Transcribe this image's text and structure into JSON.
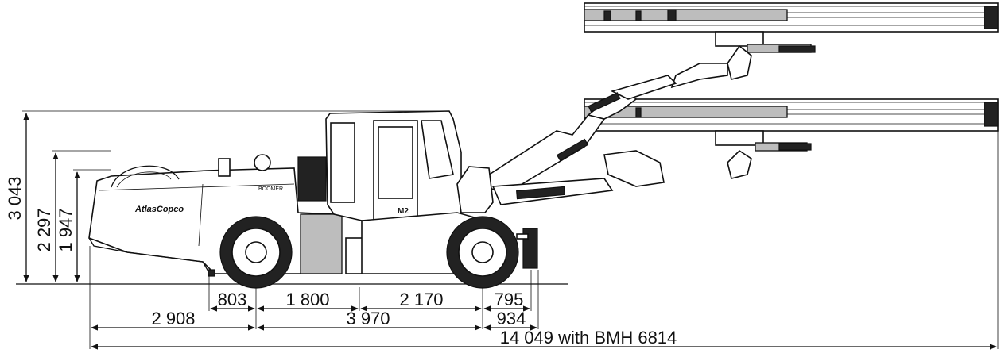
{
  "diagram": {
    "heights": {
      "total": "3 043",
      "cab": "2 297",
      "body": "1 947"
    },
    "lengths": {
      "rear_overhang": "803",
      "rear_axle_to_mid": "1 800",
      "mid_to_front_axle": "2 170",
      "front_overhang": "795",
      "rear_section": "2 908",
      "wheelbase": "3 970",
      "front_section": "934",
      "overall": "14 049 with BMH 6814"
    },
    "markings": {
      "brand": "AtlasCopco",
      "model": "M2",
      "side": "BOOMER"
    }
  }
}
